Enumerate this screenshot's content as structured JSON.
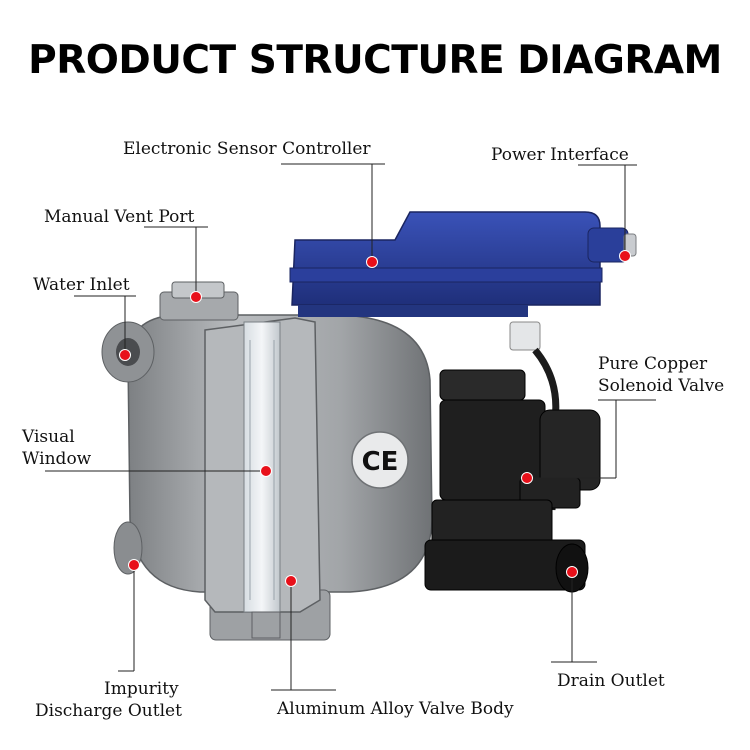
{
  "title": "PRODUCT STRUCTURE DIAGRAM",
  "labels": {
    "electronic_sensor_controller": "Electronic Sensor Controller",
    "power_interface": "Power Interface",
    "manual_vent_port": "Manual Vent Port",
    "water_inlet": "Water Inlet",
    "pure_copper_solenoid_valve_line1": "Pure Copper",
    "pure_copper_solenoid_valve_line2": "Solenoid Valve",
    "visual_window_line1": "Visual",
    "visual_window_line2": "Window",
    "impurity_discharge_outlet_line1": "Impurity",
    "impurity_discharge_outlet_line2": "Discharge Outlet",
    "aluminum_alloy_valve_body": "Aluminum Alloy Valve Body",
    "drain_outlet": "Drain Outlet",
    "ce_mark": "CE"
  },
  "colors": {
    "marker_dot": "#e8101a",
    "controller_blue": "#2a3f9a",
    "aluminum_body": "#9ea1a4",
    "solenoid_black": "#1b1b1b",
    "leader_line": "#222222"
  }
}
